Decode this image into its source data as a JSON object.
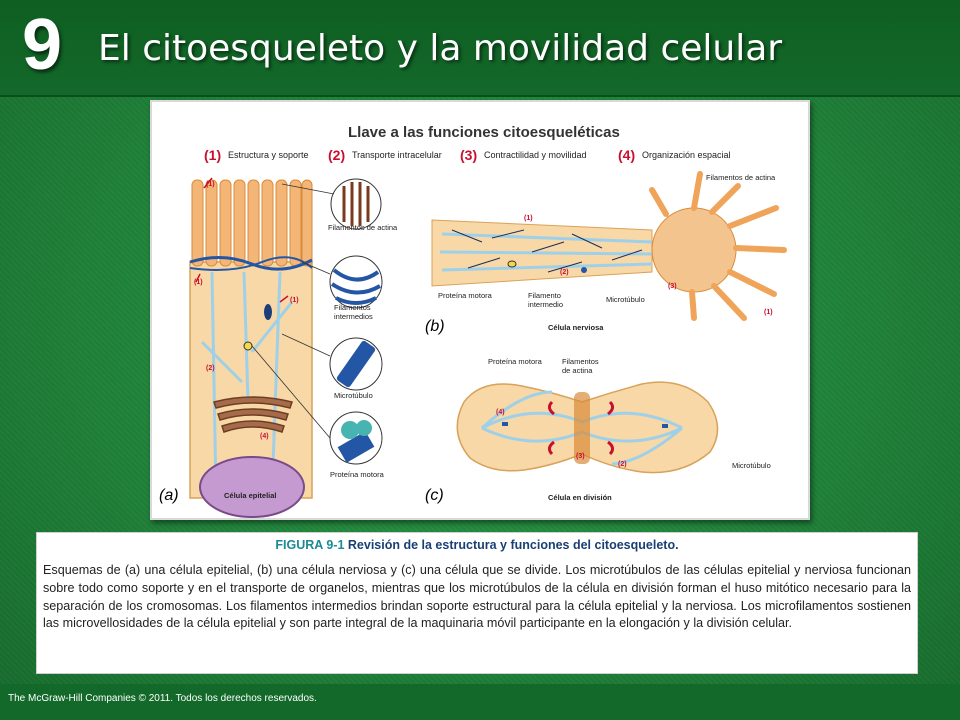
{
  "slide": {
    "chapter_number": "9",
    "title": "El citoesqueleto y la movilidad celular"
  },
  "figure": {
    "key_title": "Llave a las funciones citoesqueléticas",
    "key_items": [
      {
        "num": "(1)",
        "label": "Estructura y soporte"
      },
      {
        "num": "(2)",
        "label": "Transporte intracelular"
      },
      {
        "num": "(3)",
        "label": "Contractilidad y movilidad"
      },
      {
        "num": "(4)",
        "label": "Organización espacial"
      }
    ],
    "panel_a": {
      "letter": "(a)",
      "cell_name": "Célula epitelial",
      "labels": {
        "actin": "Filamentos de actina",
        "intermediate_1": "Filamentos",
        "intermediate_2": "intermedios",
        "microtubule": "Microtúbulo",
        "motor": "Proteína motora"
      },
      "markers": {
        "m1a": "(1)",
        "m1b": "(1)",
        "m1c": "(1)",
        "m2": "(2)",
        "m4": "(4)"
      }
    },
    "panel_b": {
      "letter": "(b)",
      "cell_name": "Célula nerviosa",
      "labels": {
        "actin": "Filamentos de actina",
        "motor": "Proteína motora",
        "intermediate_1": "Filamento",
        "intermediate_2": "intermedio",
        "microtubule": "Microtúbulo"
      },
      "markers": {
        "m1a": "(1)",
        "m2": "(2)",
        "m3": "(3)",
        "m1b": "(1)"
      }
    },
    "panel_c": {
      "letter": "(c)",
      "cell_name": "Célula en división",
      "labels": {
        "motor": "Proteína motora",
        "actin_1": "Filamentos",
        "actin_2": "de actina",
        "microtubule": "Microtúbulo"
      },
      "markers": {
        "m4": "(4)",
        "m3": "(3)",
        "m2": "(2)"
      }
    }
  },
  "caption": {
    "fig_ref": "FIGURA 9-1",
    "fig_desc": "Revisión de la estructura y funciones del citoesqueleto.",
    "body": "Esquemas de (a) una célula epitelial, (b) una célula nerviosa y (c) una célula que se divide. Los microtúbulos de las células epitelial y nerviosa funcionan sobre todo como soporte y en el transporte de organelos, mientras que los microtúbulos de la célula en división forman el huso mitótico necesario para la separación de los cromosomas. Los filamentos intermedios brindan soporte estructural para la célula epitelial y la nerviosa. Los microfilamentos sostienen las microvellosidades de la célula epitelial y son parte integral de la maquinaria móvil participante en la elongación y la división celular."
  },
  "footer": {
    "copyright": "The McGraw-Hill Companies © 2011. Todos los derechos reservados."
  },
  "colors": {
    "header_green": "#13692a",
    "key_red": "#c8102e",
    "cell_fill": "#f7d8a6",
    "microtubule_blue": "#9fd0ea",
    "caption_teal": "#1a8a96",
    "caption_navy": "#1a3f73"
  }
}
